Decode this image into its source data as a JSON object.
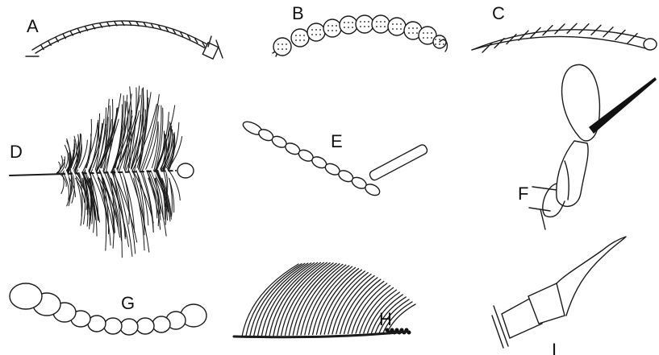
{
  "panels": [
    {
      "label": "A"
    },
    {
      "label": "B"
    },
    {
      "label": "C"
    },
    {
      "label": "D"
    },
    {
      "label": "E"
    },
    {
      "label": "F"
    },
    {
      "label": "G"
    },
    {
      "label": "H"
    },
    {
      "label": "I"
    }
  ]
}
